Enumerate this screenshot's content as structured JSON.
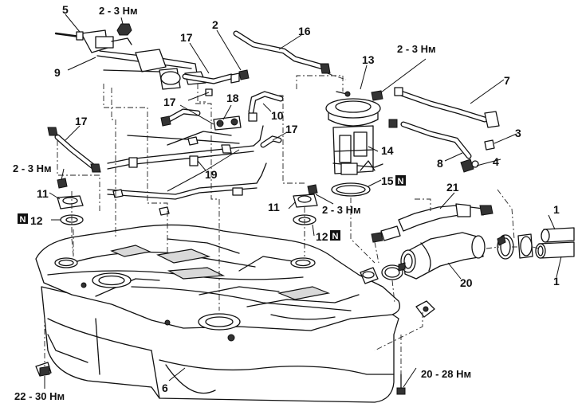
{
  "labels": {
    "l1a": "1",
    "l1b": "1",
    "l2": "2",
    "l3": "3",
    "l4": "4",
    "l5": "5",
    "l6": "6",
    "l7": "7",
    "l8": "8",
    "l9": "9",
    "l10": "10",
    "l11a": "11",
    "l11b": "11",
    "l12a": "12",
    "l12b": "12",
    "l13": "13",
    "l14": "14",
    "l15": "15",
    "l16": "16",
    "l17a": "17",
    "l17b": "17",
    "l17c": "17",
    "l17d": "17",
    "l18": "18",
    "l19": "19",
    "l20": "20",
    "l21": "21"
  },
  "torques": {
    "t_top_left": "2 - 3 Нм",
    "t_top_right": "2 - 3 Нм",
    "t_left_mid": "2 - 3 Нм",
    "t_center_mid": "2 - 3 Нм",
    "t_bottom_left": "22 - 30 Нм",
    "t_bottom_right": "20 - 28 Нм"
  },
  "new_part_marks": {
    "n12_left": "N",
    "n12_right": "N",
    "n15": "N"
  }
}
